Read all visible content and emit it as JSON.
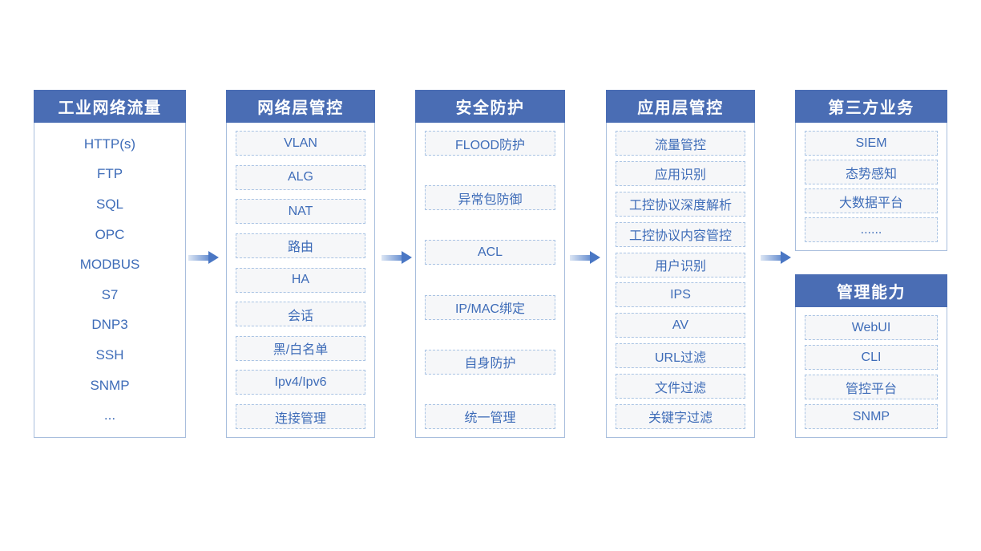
{
  "columns": [
    {
      "id": "industrial-traffic",
      "title": "工业网络流量",
      "style": "plain",
      "items": [
        "HTTP(s)",
        "FTP",
        "SQL",
        "OPC",
        "MODBUS",
        "S7",
        "DNP3",
        "SSH",
        "SNMP",
        "..."
      ]
    },
    {
      "id": "network-layer-control",
      "title": "网络层管控",
      "style": "boxed",
      "items": [
        "VLAN",
        "ALG",
        "NAT",
        "路由",
        "HA",
        "会话",
        "黑/白名单",
        "Ipv4/Ipv6",
        "连接管理"
      ]
    },
    {
      "id": "security-protection",
      "title": "安全防护",
      "style": "boxed",
      "items": [
        "FLOOD防护",
        "异常包防御",
        "ACL",
        "IP/MAC绑定",
        "自身防护",
        "统一管理"
      ]
    },
    {
      "id": "application-layer-control",
      "title": "应用层管控",
      "style": "boxed",
      "items": [
        "流量管控",
        "应用识别",
        "工控协议深度解析",
        "工控协议内容管控",
        "用户识别",
        "IPS",
        "AV",
        "URL过滤",
        "文件过滤",
        "关键字过滤"
      ]
    },
    {
      "id": "third-party-services",
      "title": "第三方业务",
      "style": "boxed",
      "items": [
        "SIEM",
        "态势感知",
        "大数据平台",
        "......"
      ]
    },
    {
      "id": "management-capability",
      "title": "管理能力",
      "style": "boxed",
      "items": [
        "WebUI",
        "CLI",
        "管控平台",
        "SNMP"
      ]
    }
  ],
  "colors": {
    "header_bg": "#4a6db4",
    "column_border": "#a8bedd",
    "item_bg": "#f6f7f9",
    "item_border": "#aac4e4",
    "item_text": "#3e6cb8",
    "arrow_from": "#dce6f4",
    "arrow_to": "#6d93d2",
    "arrow_head": "#4a77c4"
  }
}
